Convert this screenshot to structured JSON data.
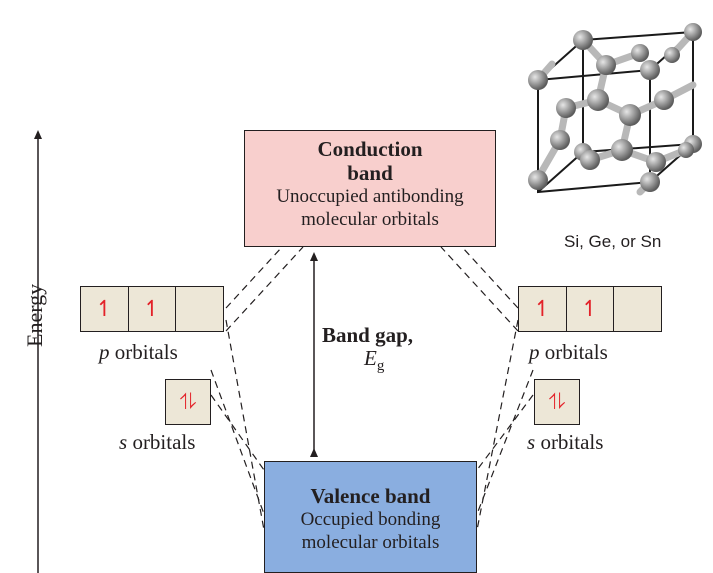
{
  "axis": {
    "label": "Energy"
  },
  "conduction_band": {
    "title_line1": "Conduction",
    "title_line2": "band",
    "desc_line1": "Unoccupied antibonding",
    "desc_line2": "molecular orbitals",
    "color": "#f8cfcd"
  },
  "valence_band": {
    "title": "Valence band",
    "desc_line1": "Occupied bonding",
    "desc_line2": "molecular orbitals",
    "color": "#8aaee0"
  },
  "band_gap": {
    "label": "Band gap,",
    "symbol": "E",
    "subscript": "g"
  },
  "left_atom": {
    "p_boxes": [
      "↿",
      "↿",
      ""
    ],
    "s_box": "⥮",
    "p_label_italic": "p",
    "p_label_text": " orbitals",
    "s_label_italic": "s",
    "s_label_text": " orbitals"
  },
  "right_atom": {
    "p_boxes": [
      "↿",
      "↿",
      ""
    ],
    "s_box": "⥮",
    "p_label_italic": "p",
    "p_label_text": " orbitals",
    "s_label_italic": "s",
    "s_label_text": " orbitals"
  },
  "crystal": {
    "label": "Si, Ge, or Sn"
  },
  "colors": {
    "orbital_box": "#ede7d7",
    "electron": "#e32229",
    "atom": "#8c8c8c"
  }
}
